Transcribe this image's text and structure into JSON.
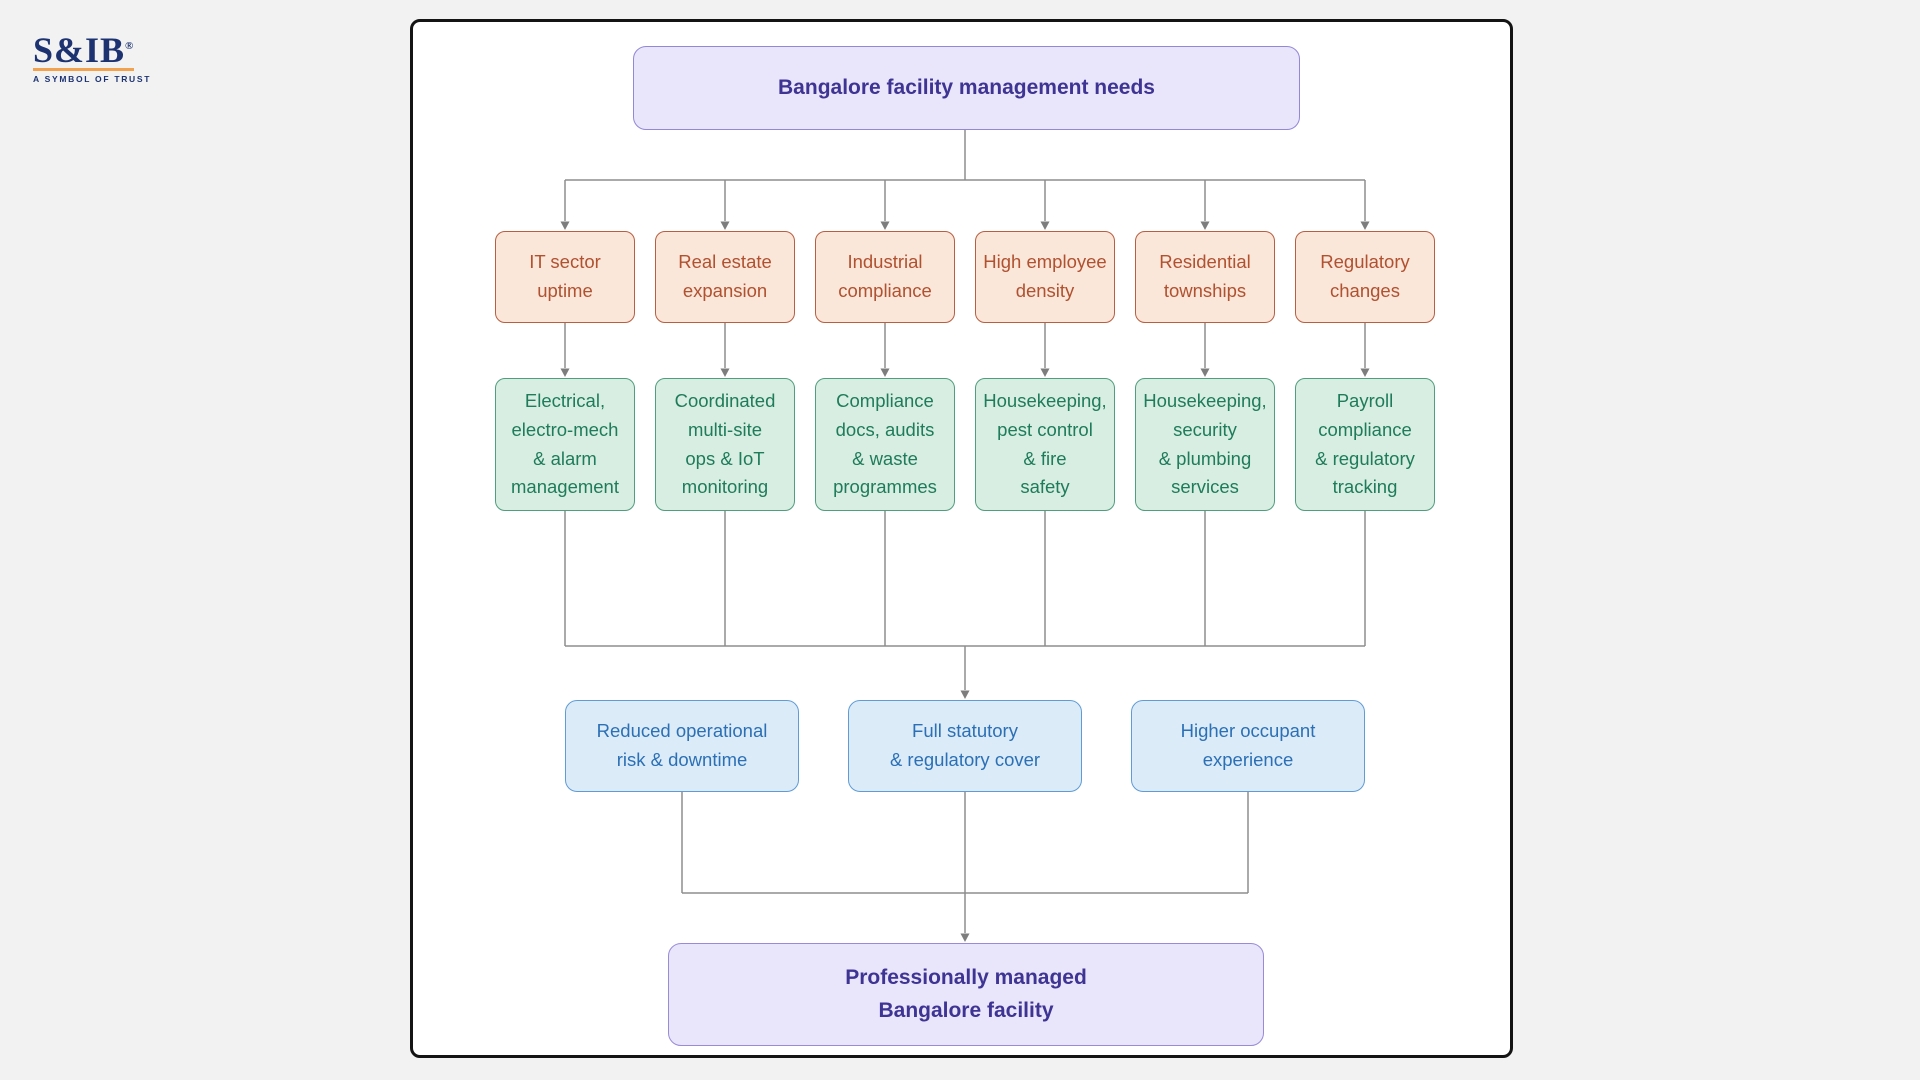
{
  "logo": {
    "brand": "S&IB",
    "registered": "®",
    "tagline": "A SYMBOL OF TRUST"
  },
  "diagram": {
    "title": {
      "label": "Bangalore facility management needs"
    },
    "needs": [
      {
        "label": "IT sector\nuptime"
      },
      {
        "label": "Real estate\nexpansion"
      },
      {
        "label": "Industrial\ncompliance"
      },
      {
        "label": "High employee\ndensity"
      },
      {
        "label": "Residential\ntownships"
      },
      {
        "label": "Regulatory\nchanges"
      }
    ],
    "services": [
      {
        "label": "Electrical,\nelectro-mech\n& alarm\nmanagement"
      },
      {
        "label": "Coordinated\nmulti-site\nops & IoT\nmonitoring"
      },
      {
        "label": "Compliance\ndocs, audits\n& waste\nprogrammes"
      },
      {
        "label": "Housekeeping,\npest control\n& fire\nsafety"
      },
      {
        "label": "Housekeeping,\nsecurity\n& plumbing\nservices"
      },
      {
        "label": "Payroll\ncompliance\n& regulatory\ntracking"
      }
    ],
    "outcomes": [
      {
        "label": "Reduced operational\nrisk & downtime"
      },
      {
        "label": "Full statutory\n& regulatory cover"
      },
      {
        "label": "Higher occupant\nexperience"
      }
    ],
    "result": {
      "label": "Professionally managed\nBangalore facility"
    },
    "colors": {
      "title_fill": "#e9e5fa",
      "title_border": "#9287d8",
      "title_text": "#3e3494",
      "need_fill": "#fbe6da",
      "need_border": "#b95e3f",
      "need_text": "#b0512f",
      "service_fill": "#d8eee3",
      "service_border": "#4f9e7e",
      "service_text": "#1e7c5a",
      "outcome_fill": "#dcebf8",
      "outcome_border": "#5f9cd6",
      "outcome_text": "#2b70b6",
      "connector": "#8d8d8d",
      "logo_navy": "#1d3371",
      "logo_orange": "#f2a24f"
    }
  }
}
